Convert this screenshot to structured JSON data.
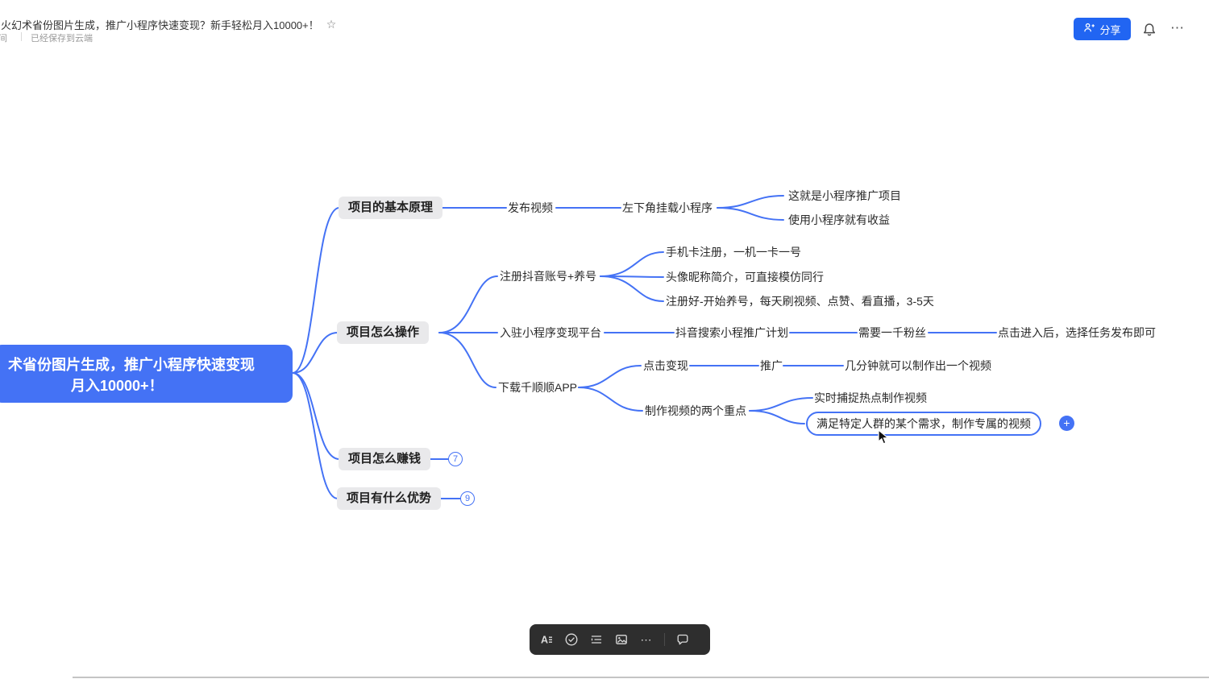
{
  "topbar": {
    "title": "火幻术省份图片生成，推广小程序快速变现？新手轻松月入10000+！",
    "star": "☆",
    "workspace": "空间",
    "save_status": "已经保存到云端",
    "share_label": "分享",
    "more_glyph": "⋯"
  },
  "mindmap": {
    "root": {
      "line1": "术省份图片生成，推广小程序快速变现",
      "line2": "月入10000+！"
    },
    "nodes": {
      "principle": "项目的基本原理",
      "publish": "发布视频",
      "mount": "左下角挂载小程序",
      "promo_project": "这就是小程序推广项目",
      "promo_income": "使用小程序就有收益",
      "operate": "项目怎么操作",
      "register": "注册抖音账号+养号",
      "sim": "手机卡注册，一机一卡一号",
      "profile": "头像昵称简介，可直接模仿同行",
      "nurture": "注册好-开始养号，每天刷视频、点赞、看直播，3-5天",
      "platform": "入驻小程序变现平台",
      "search": "抖音搜索小程推广计划",
      "fans": "需要一千粉丝",
      "task": "点击进入后，选择任务发布即可",
      "app": "下载千顺顺APP",
      "monetize": "点击变现",
      "promote": "推广",
      "minutes": "几分钟就可以制作出一个视频",
      "keypoints": "制作视频的两个重点",
      "hotspot": "实时捕捉热点制作视频",
      "custom": "满足特定人群的某个需求，制作专属的视频",
      "earn": "项目怎么赚钱",
      "advantage": "项目有什么优势"
    },
    "badges": {
      "earn": "7",
      "advantage": "9"
    },
    "add_glyph": "+"
  },
  "toolbar": {
    "items": [
      "text-format",
      "task-check",
      "outline-list",
      "insert-image",
      "more",
      "comment"
    ],
    "format_letter": "A",
    "more_glyph": "⋯"
  },
  "colors": {
    "accent_blue": "#4472F5",
    "share_blue": "#2165F2",
    "toolbar_bg": "#2E2E2E",
    "topic_bg": "#E9E9EB"
  }
}
